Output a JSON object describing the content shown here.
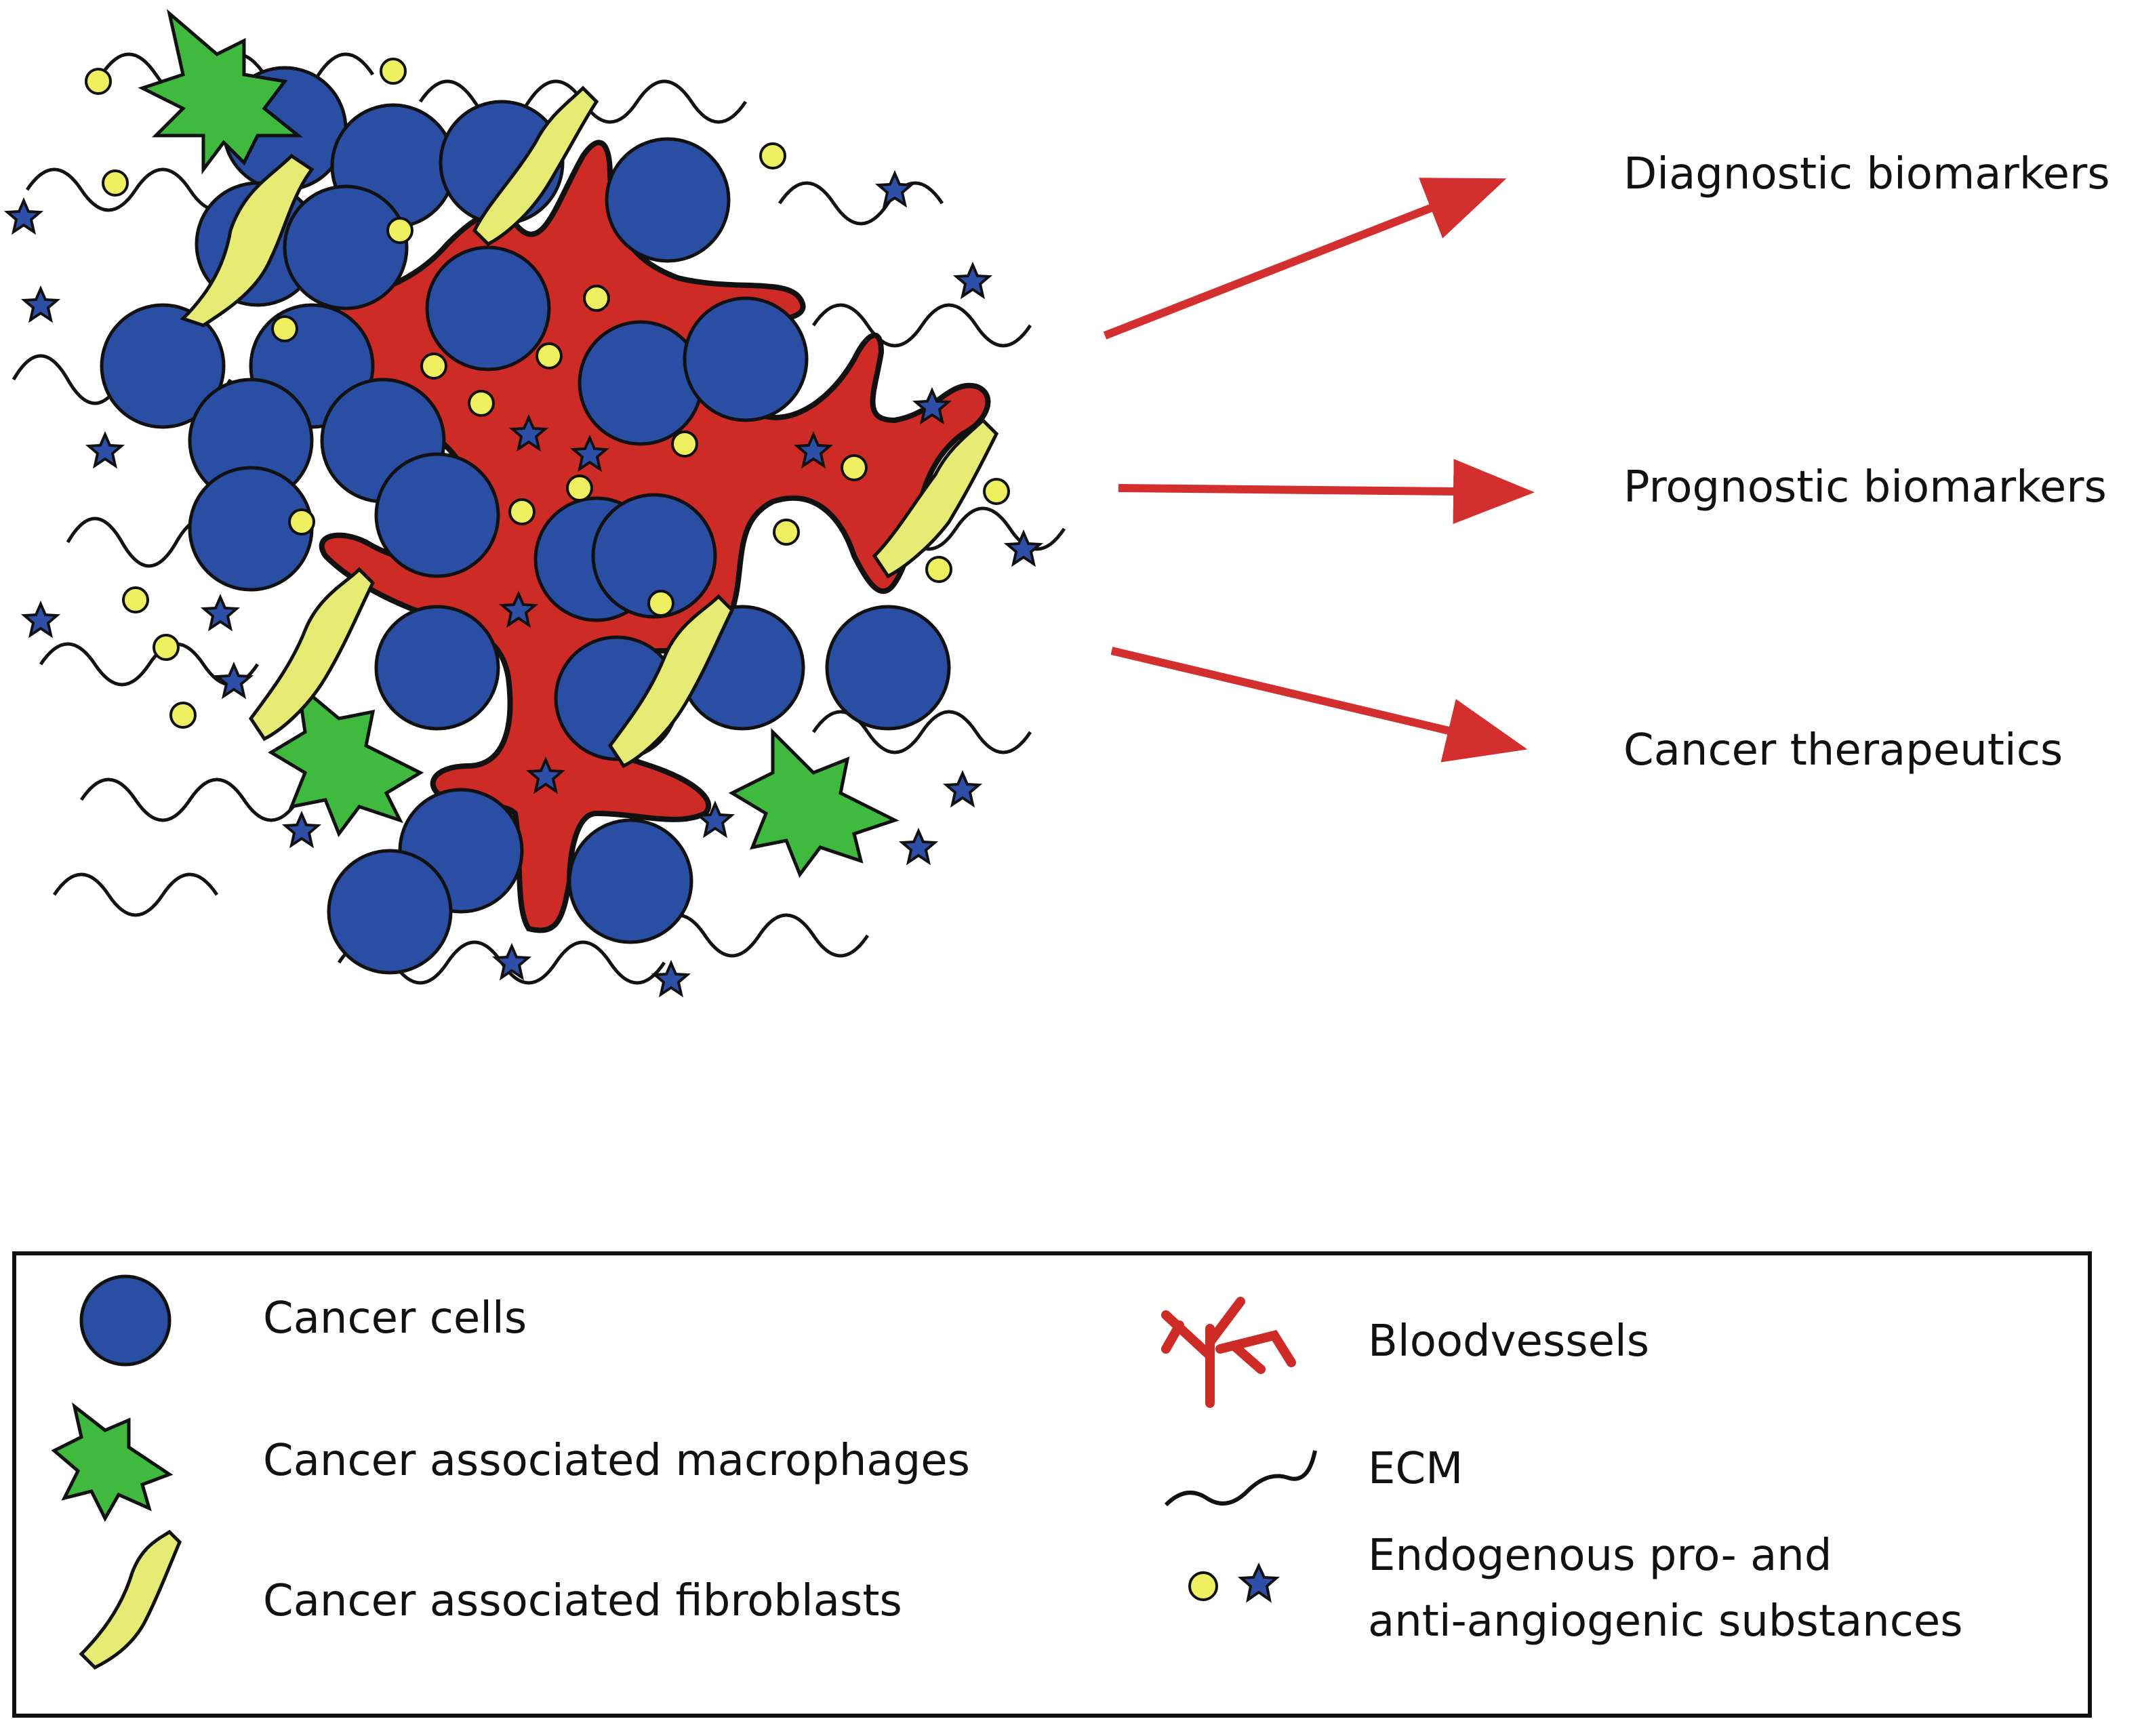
{
  "outputs": [
    {
      "label": "Diagnostic biomarkers"
    },
    {
      "label": "Prognostic biomarkers"
    },
    {
      "label": "Cancer therapeutics"
    }
  ],
  "legend": {
    "items": [
      {
        "icon": "blue-circle-icon",
        "label": "Cancer cells"
      },
      {
        "icon": "green-macrophage-icon",
        "label": "Cancer associated macrophages"
      },
      {
        "icon": "yellow-fibroblast-icon",
        "label": "Cancer associated fibroblasts"
      },
      {
        "icon": "red-vessel-icon",
        "label": "Bloodvessels"
      },
      {
        "icon": "ecm-wave-icon",
        "label": "ECM"
      },
      {
        "icon": "dot-and-star-icon",
        "label_line1": "Endogenous  pro- and",
        "label_line2": "anti-angiogenic substances"
      }
    ]
  },
  "colors": {
    "cancer_cell": "#2a4ea4",
    "macrophage": "#3fba3f",
    "fibroblast": "#e6eb74",
    "vessel": "#cf2b26",
    "arrow": "#d32f2f",
    "substance_dot": "#eef060",
    "substance_star": "#2e4fa8",
    "outline": "#111111"
  }
}
